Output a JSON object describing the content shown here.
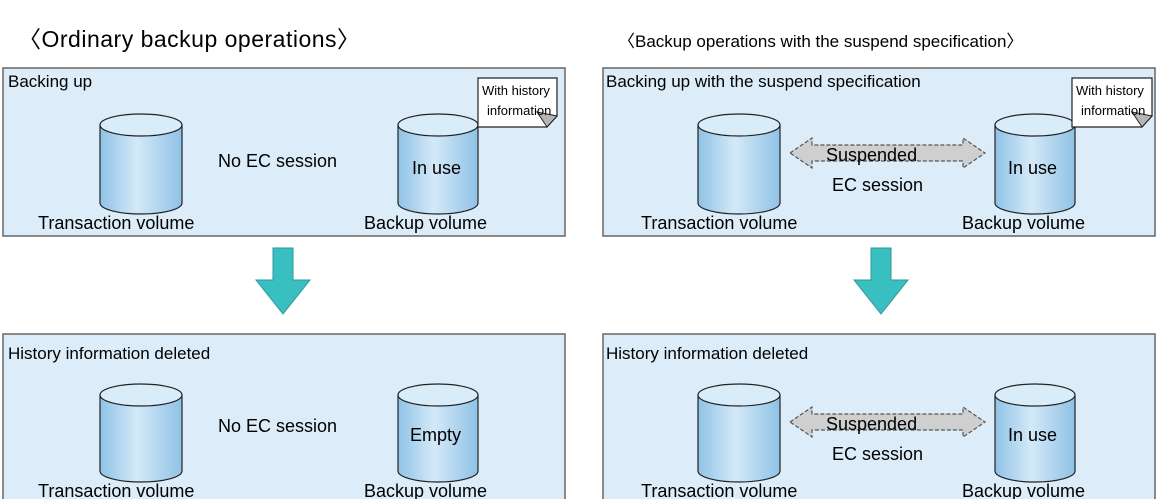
{
  "columns": [
    {
      "heading": "〈Ordinary backup operations〉",
      "panels": [
        {
          "title": "Backing up",
          "transaction_label": "Transaction volume",
          "backup_label": "Backup volume",
          "session_text": "No EC session",
          "backup_state": "In use",
          "note": [
            "With history",
            "information"
          ]
        },
        {
          "title": "History information deleted",
          "transaction_label": "Transaction volume",
          "backup_label": "Backup volume",
          "session_text": "No EC session",
          "backup_state": "Empty"
        }
      ]
    },
    {
      "heading": "〈Backup operations with the suspend specification〉",
      "panels": [
        {
          "title": "Backing up with the suspend specification",
          "transaction_label": "Transaction volume",
          "backup_label": "Backup volume",
          "suspend_label": "Suspended",
          "ec_label": "EC session",
          "backup_state": "In use",
          "note": [
            "With history",
            "information"
          ]
        },
        {
          "title": "History information deleted",
          "transaction_label": "Transaction volume",
          "backup_label": "Backup volume",
          "suspend_label": "Suspended",
          "ec_label": "EC session",
          "backup_state": "In use"
        }
      ]
    }
  ],
  "colors": {
    "panel_fill": "#dcedf9",
    "panel_border": "#666666",
    "cylinder_side": "#a9d0ec",
    "cylinder_top": "#d9ecf9",
    "cylinder_stroke": "#222222",
    "down_arrow": "#39bfbf",
    "suspend_arrow": "#cfcfcf",
    "note_fill": "#ffffff"
  }
}
